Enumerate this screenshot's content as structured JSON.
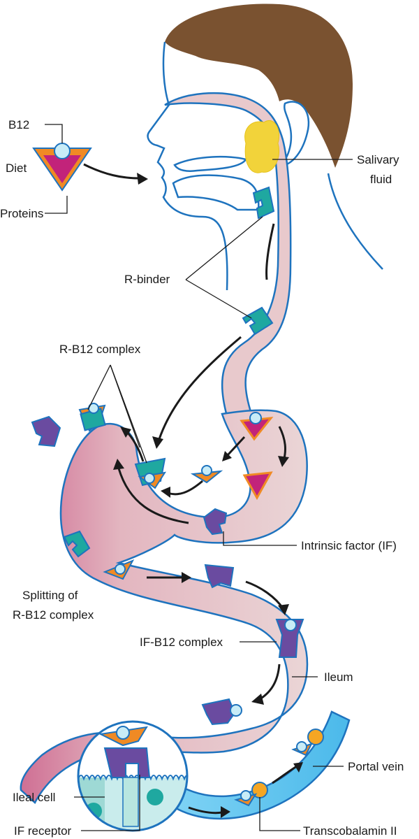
{
  "labels": {
    "b12": "B12",
    "diet": "Diet",
    "proteins": "Proteins",
    "salivary_line1": "Salivary",
    "salivary_line2": "fluid",
    "r_binder": "R-binder",
    "r_b12_complex": "R-B12 complex",
    "intrinsic_factor": "Intrinsic factor (IF)",
    "splitting_line1": "Splitting of",
    "splitting_line2": "R-B12 complex",
    "if_b12_complex": "IF-B12 complex",
    "ileum": "Ileum",
    "portal_vein": "Portal vein",
    "ileal_cell": "Ileal cell",
    "if_receptor": "IF receptor",
    "transcobalamin": "Transcobalamin II"
  },
  "colors": {
    "hair": "#7a5230",
    "outline_blue": "#1e73be",
    "gut_fill": "#e8c9cc",
    "gut_dark": "#cf6f94",
    "salivary_gland": "#f2d33a",
    "r_binder_teal": "#1fa8a0",
    "intrinsic_factor_purple": "#6a4ba0",
    "b12_sphere": "#c8ecf7",
    "protein_magenta": "#c2237a",
    "carrier_orange": "#f08a24",
    "portal_vein_blue": "#57c4ef",
    "transcobalamin_orange": "#f5a623"
  },
  "icons": [
    "b12-sphere",
    "diet-protein-triangle",
    "r-binder-shape",
    "intrinsic-factor-shape",
    "transcobalamin-ball"
  ]
}
